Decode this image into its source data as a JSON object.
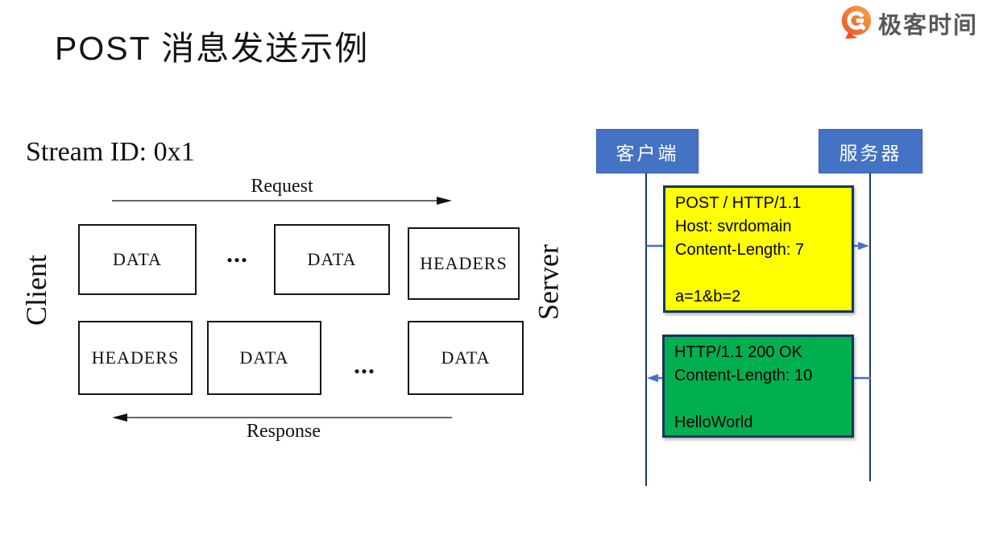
{
  "page": {
    "title": "POST 消息发送示例"
  },
  "logo": {
    "text": "极客时间",
    "icon": "geektime-logo-icon",
    "orange": "#F26D21",
    "text_color": "#58595B"
  },
  "stream_diagram": {
    "stream_id_label": "Stream ID: 0x1",
    "client_label": "Client",
    "server_label": "Server",
    "request_arrow_label": "Request",
    "response_arrow_label": "Response",
    "request_row": [
      {
        "label": "DATA"
      },
      {
        "label": "..."
      },
      {
        "label": "DATA"
      },
      {
        "label": "HEADERS"
      }
    ],
    "response_row": [
      {
        "label": "HEADERS"
      },
      {
        "label": "DATA"
      },
      {
        "label": "..."
      },
      {
        "label": "DATA"
      }
    ]
  },
  "sequence_diagram": {
    "client_actor_label": "客户端",
    "server_actor_label": "服务器",
    "request_message_lines": [
      "POST / HTTP/1.1",
      "Host: svrdomain",
      "Content-Length: 7",
      "",
      "a=1&b=2"
    ],
    "response_message_lines": [
      "HTTP/1.1 200 OK",
      "Content-Length: 10",
      "",
      "HelloWorld"
    ],
    "colors": {
      "actor_fill": "#4472C4",
      "lifeline": "#1F3864",
      "arrow": "#4472C4",
      "request_box_fill": "#FFFF00",
      "response_box_fill": "#00B050",
      "message_border": "#17375E"
    }
  }
}
